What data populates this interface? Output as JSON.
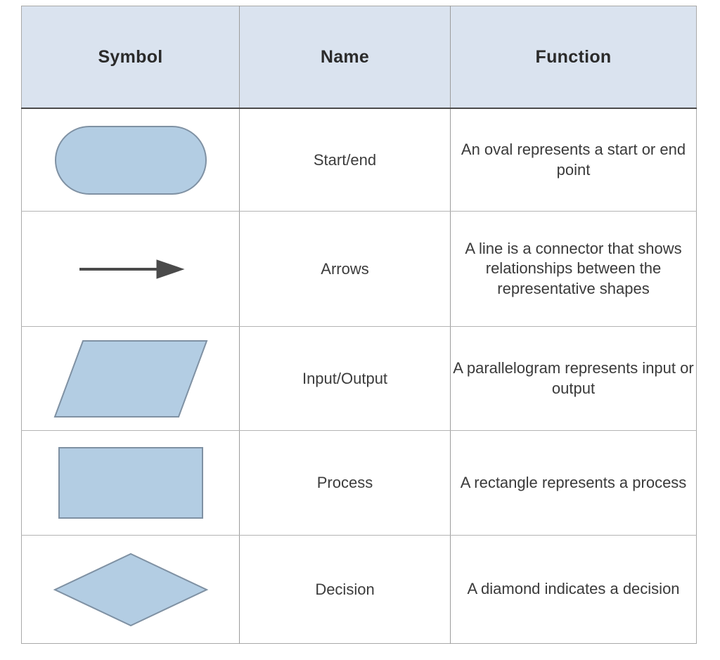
{
  "table": {
    "headers": [
      {
        "label": "Symbol"
      },
      {
        "label": "Name"
      },
      {
        "label": "Function"
      }
    ],
    "rows": [
      {
        "symbol_icon": "rounded-rectangle-oval-icon",
        "name": "Start/end",
        "function": "An oval represents a start or end point"
      },
      {
        "symbol_icon": "right-arrow-icon",
        "name": "Arrows",
        "function": "A line is a connector that shows relationships between the representative shapes"
      },
      {
        "symbol_icon": "parallelogram-icon",
        "name": "Input/Output",
        "function": "A parallelogram represents input or output"
      },
      {
        "symbol_icon": "rectangle-icon",
        "name": "Process",
        "function": "A rectangle represents a process"
      },
      {
        "symbol_icon": "diamond-icon",
        "name": "Decision",
        "function": "A diamond indicates a decision"
      }
    ]
  },
  "colors": {
    "header_background": "#dae3ef",
    "shape_fill": "#b3cde3",
    "shape_border": "#7f91a3",
    "arrow": "#4a4a4a",
    "grid_line": "#9c9c9c",
    "header_text": "#2b2b2b",
    "body_text": "#3a3a3a",
    "page_background": "#ffffff"
  }
}
